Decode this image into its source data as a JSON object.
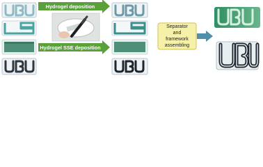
{
  "arrows": {
    "top_label": "Hydrogel deposition",
    "bottom_label": "Hydrogel SSE deposition"
  },
  "process_box": {
    "line1": "Separator",
    "line2": "and",
    "line3": "framework",
    "line4": "assembling"
  },
  "colors": {
    "arrow_green": "#5aa13b",
    "process_box_fill": "#f6f1a8",
    "process_box_border": "#d7c24a",
    "pattern_frame": "#c9d4de",
    "pattern_green": "#4f8f7a",
    "pattern_teal": "#4aa6a3",
    "pattern_dark": "#2f3640",
    "final_panel": "#55a979"
  }
}
